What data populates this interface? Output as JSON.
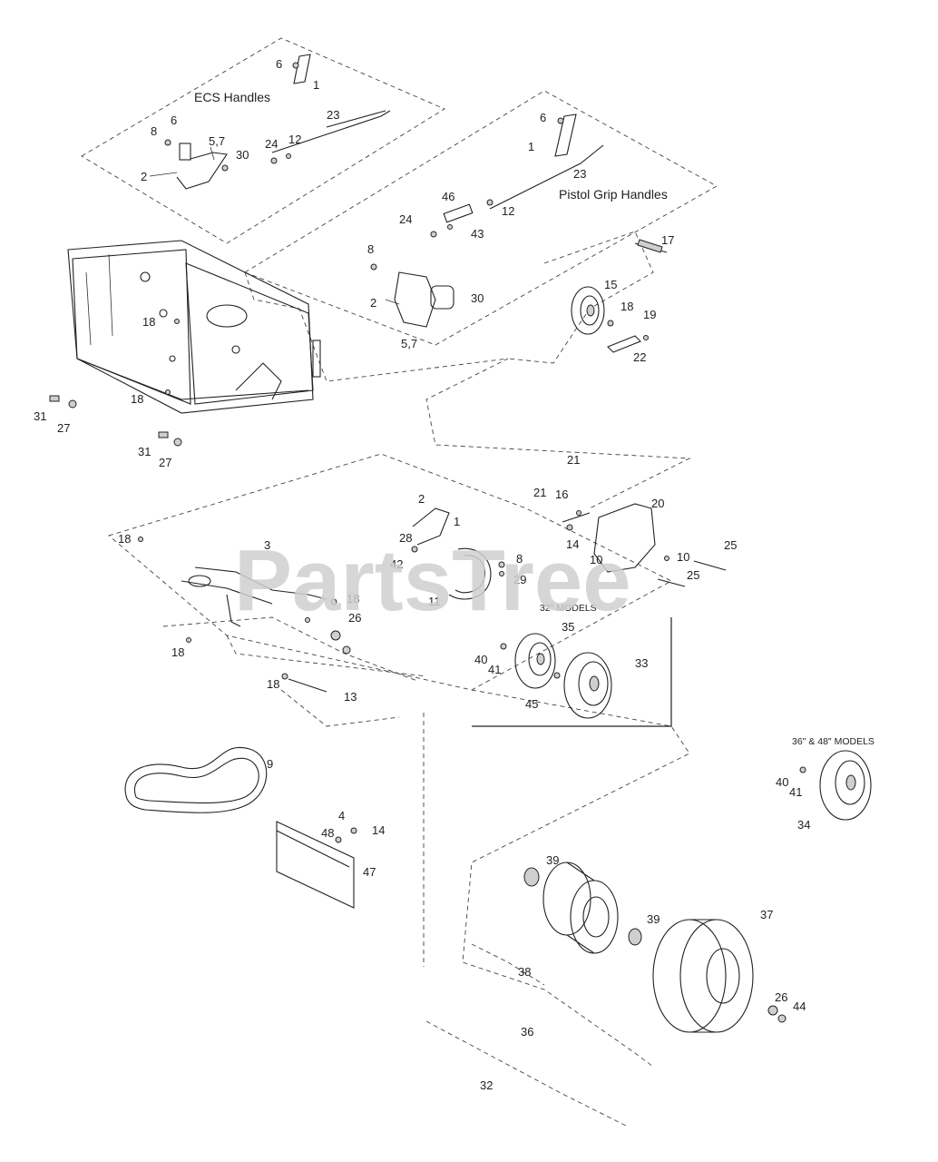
{
  "watermark": "PartsTree",
  "sections": {
    "ecs": "ECS Handles",
    "pistol": "Pistol Grip Handles",
    "m32": "32\" MODELS",
    "m3648": "36\" & 48\" MODELS"
  },
  "callouts": {
    "ecs_6a": "6",
    "ecs_1": "1",
    "ecs_23": "23",
    "ecs_8": "8",
    "ecs_6b": "6",
    "ecs_57": "5,7",
    "ecs_30": "30",
    "ecs_24": "24",
    "ecs_12": "12",
    "ecs_2": "2",
    "pg_6": "6",
    "pg_1": "1",
    "pg_23": "23",
    "pg_46": "46",
    "pg_24": "24",
    "pg_12": "12",
    "pg_43": "43",
    "pg_17": "17",
    "pg_8": "8",
    "pg_2": "2",
    "pg_30": "30",
    "pg_57": "5,7",
    "pg_15": "15",
    "pg_18": "18",
    "pg_19": "19",
    "pg_22": "22",
    "fr_18a": "18",
    "fr_18b": "18",
    "fr_31a": "31",
    "fr_27a": "27",
    "fr_31b": "31",
    "fr_27b": "27",
    "md_21a": "21",
    "md_21b": "21",
    "md_16": "16",
    "md_20": "20",
    "md_14": "14",
    "md_10a": "10",
    "md_10b": "10",
    "md_25a": "25",
    "md_25b": "25",
    "md_2": "2",
    "md_1": "1",
    "md_28": "28",
    "md_42": "42",
    "md_8": "8",
    "md_29": "29",
    "md_11": "11",
    "md_3": "3",
    "md_18a": "18",
    "md_18b": "18",
    "md_26": "26",
    "md_18c": "18",
    "md_18d": "18",
    "md_13": "13",
    "m32_35": "35",
    "m32_40": "40",
    "m32_41": "41",
    "m32_33": "33",
    "m32_45": "45",
    "m36_40": "40",
    "m36_41": "41",
    "m36_34": "34",
    "bt_9": "9",
    "bt_4": "4",
    "bt_48": "48",
    "bt_14": "14",
    "bt_47": "47",
    "wh_39a": "39",
    "wh_39b": "39",
    "wh_37": "37",
    "wh_38": "38",
    "wh_26": "26",
    "wh_44": "44",
    "wh_36": "36",
    "wh_32": "32"
  },
  "colors": {
    "line": "#222222",
    "watermark": "#d0d0d0",
    "background": "#ffffff"
  }
}
